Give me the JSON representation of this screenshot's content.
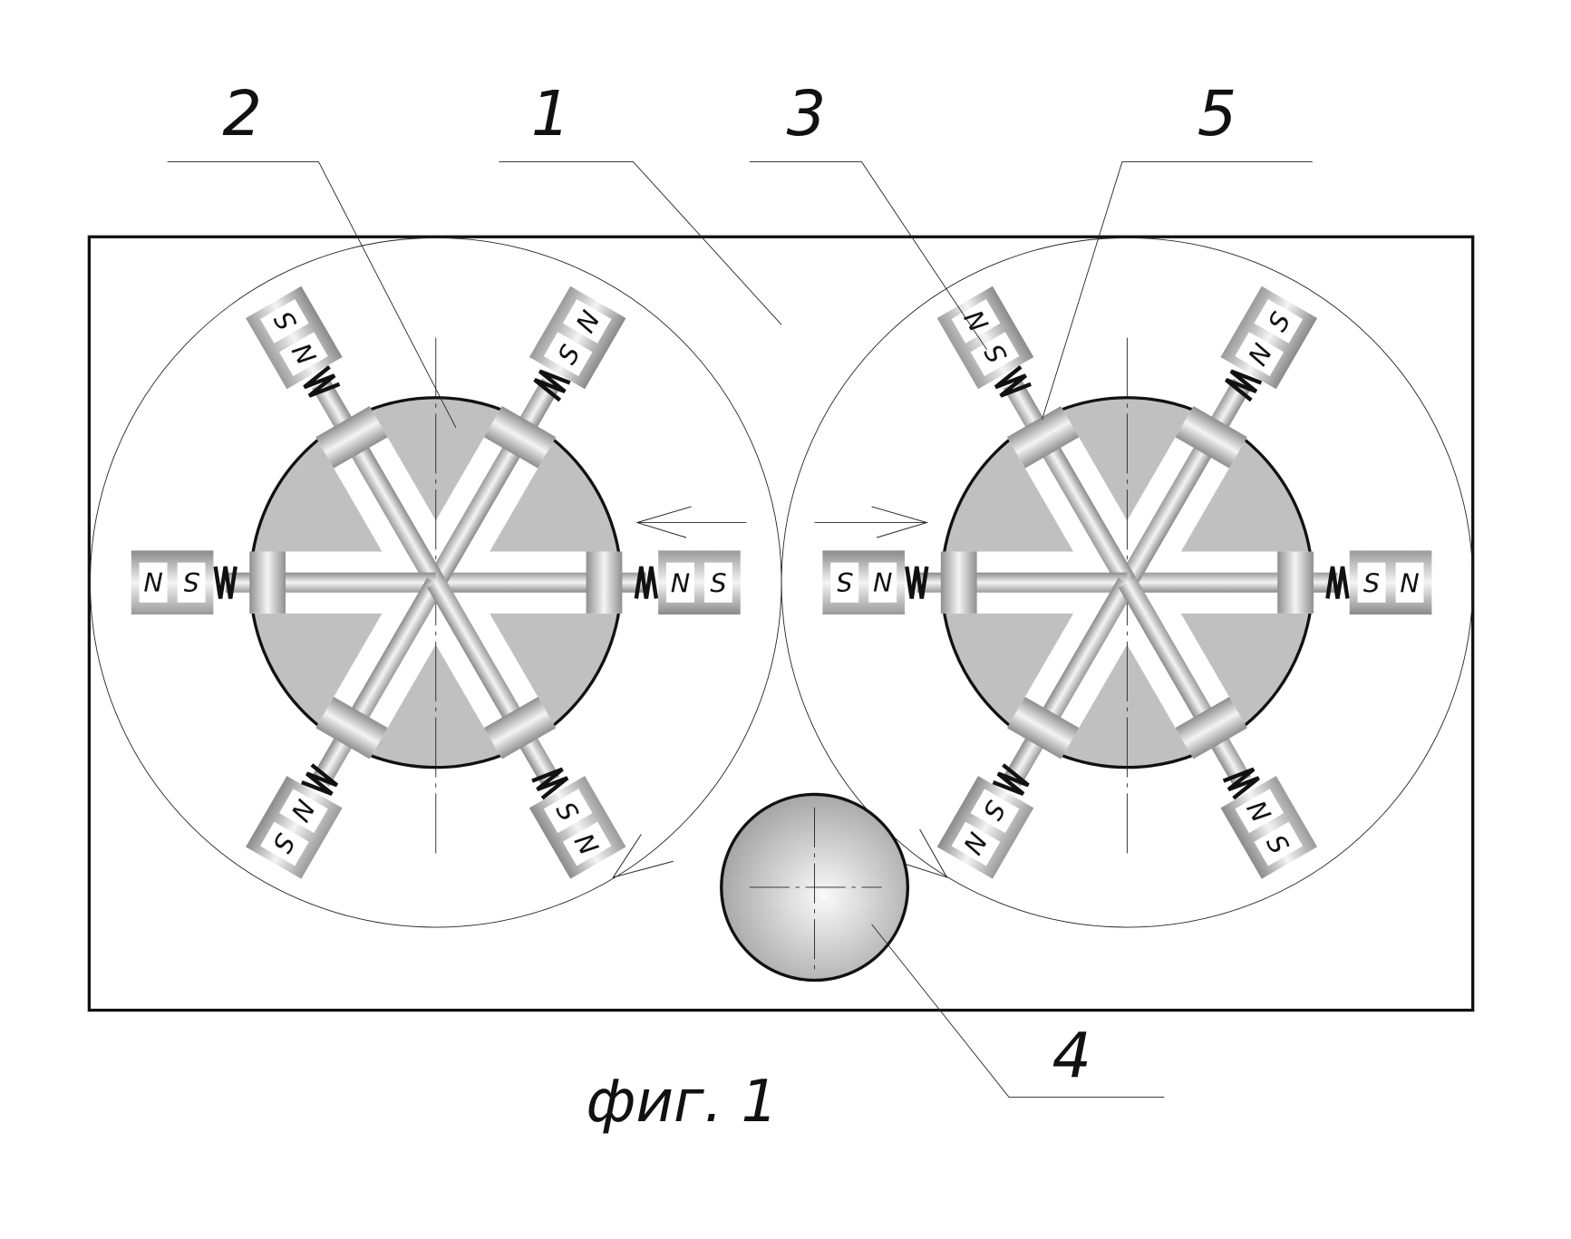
{
  "figure": {
    "caption": "фиг. 1",
    "labels": {
      "frame": "1",
      "rotor": "2",
      "magnet": "3",
      "ball": "4",
      "rod": "5"
    }
  },
  "rotors": [
    {
      "name": "left",
      "spokes": [
        {
          "angle_deg": 0,
          "inner_pole": "N",
          "outer_pole": "S"
        },
        {
          "angle_deg": 60,
          "inner_pole": "S",
          "outer_pole": "N"
        },
        {
          "angle_deg": 120,
          "inner_pole": "N",
          "outer_pole": "S"
        },
        {
          "angle_deg": 180,
          "inner_pole": "S",
          "outer_pole": "N"
        },
        {
          "angle_deg": 240,
          "inner_pole": "N",
          "outer_pole": "S"
        },
        {
          "angle_deg": 300,
          "inner_pole": "S",
          "outer_pole": "N"
        }
      ]
    },
    {
      "name": "right",
      "spokes": [
        {
          "angle_deg": 0,
          "inner_pole": "S",
          "outer_pole": "N"
        },
        {
          "angle_deg": 60,
          "inner_pole": "N",
          "outer_pole": "S"
        },
        {
          "angle_deg": 120,
          "inner_pole": "S",
          "outer_pole": "N"
        },
        {
          "angle_deg": 180,
          "inner_pole": "N",
          "outer_pole": "S"
        },
        {
          "angle_deg": 240,
          "inner_pole": "S",
          "outer_pole": "N"
        },
        {
          "angle_deg": 300,
          "inner_pole": "N",
          "outer_pole": "S"
        }
      ]
    }
  ],
  "colors": {
    "sector": "#c0c0c0",
    "line": "#111111"
  }
}
